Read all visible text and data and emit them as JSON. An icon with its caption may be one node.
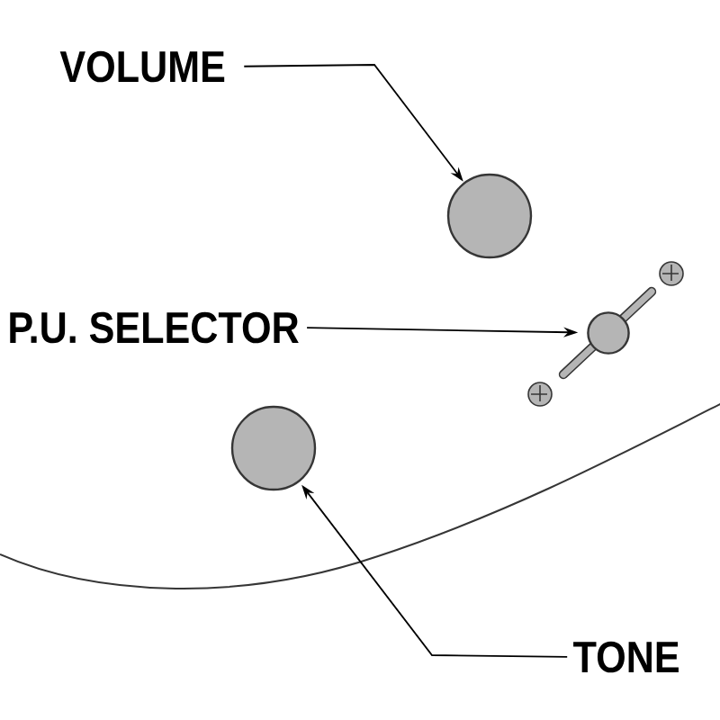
{
  "diagram": {
    "nodes": [
      {
        "text": [
          "VOLUME"
        ]
      },
      {
        "text": [],
        "shape": "circle"
      },
      {
        "text": [
          "P.U. SELECTOR"
        ]
      },
      {
        "text": [],
        "shape": "circle"
      },
      {
        "text": [],
        "shape": "circle"
      },
      {
        "text": [
          "TONE"
        ]
      }
    ],
    "edges": [
      {
        "from": 0,
        "to": 1,
        "arrow": "to"
      },
      {
        "from": 2,
        "to": 3,
        "arrow": "to"
      },
      {
        "from": 5,
        "to": 4,
        "arrow": "to"
      }
    ]
  }
}
